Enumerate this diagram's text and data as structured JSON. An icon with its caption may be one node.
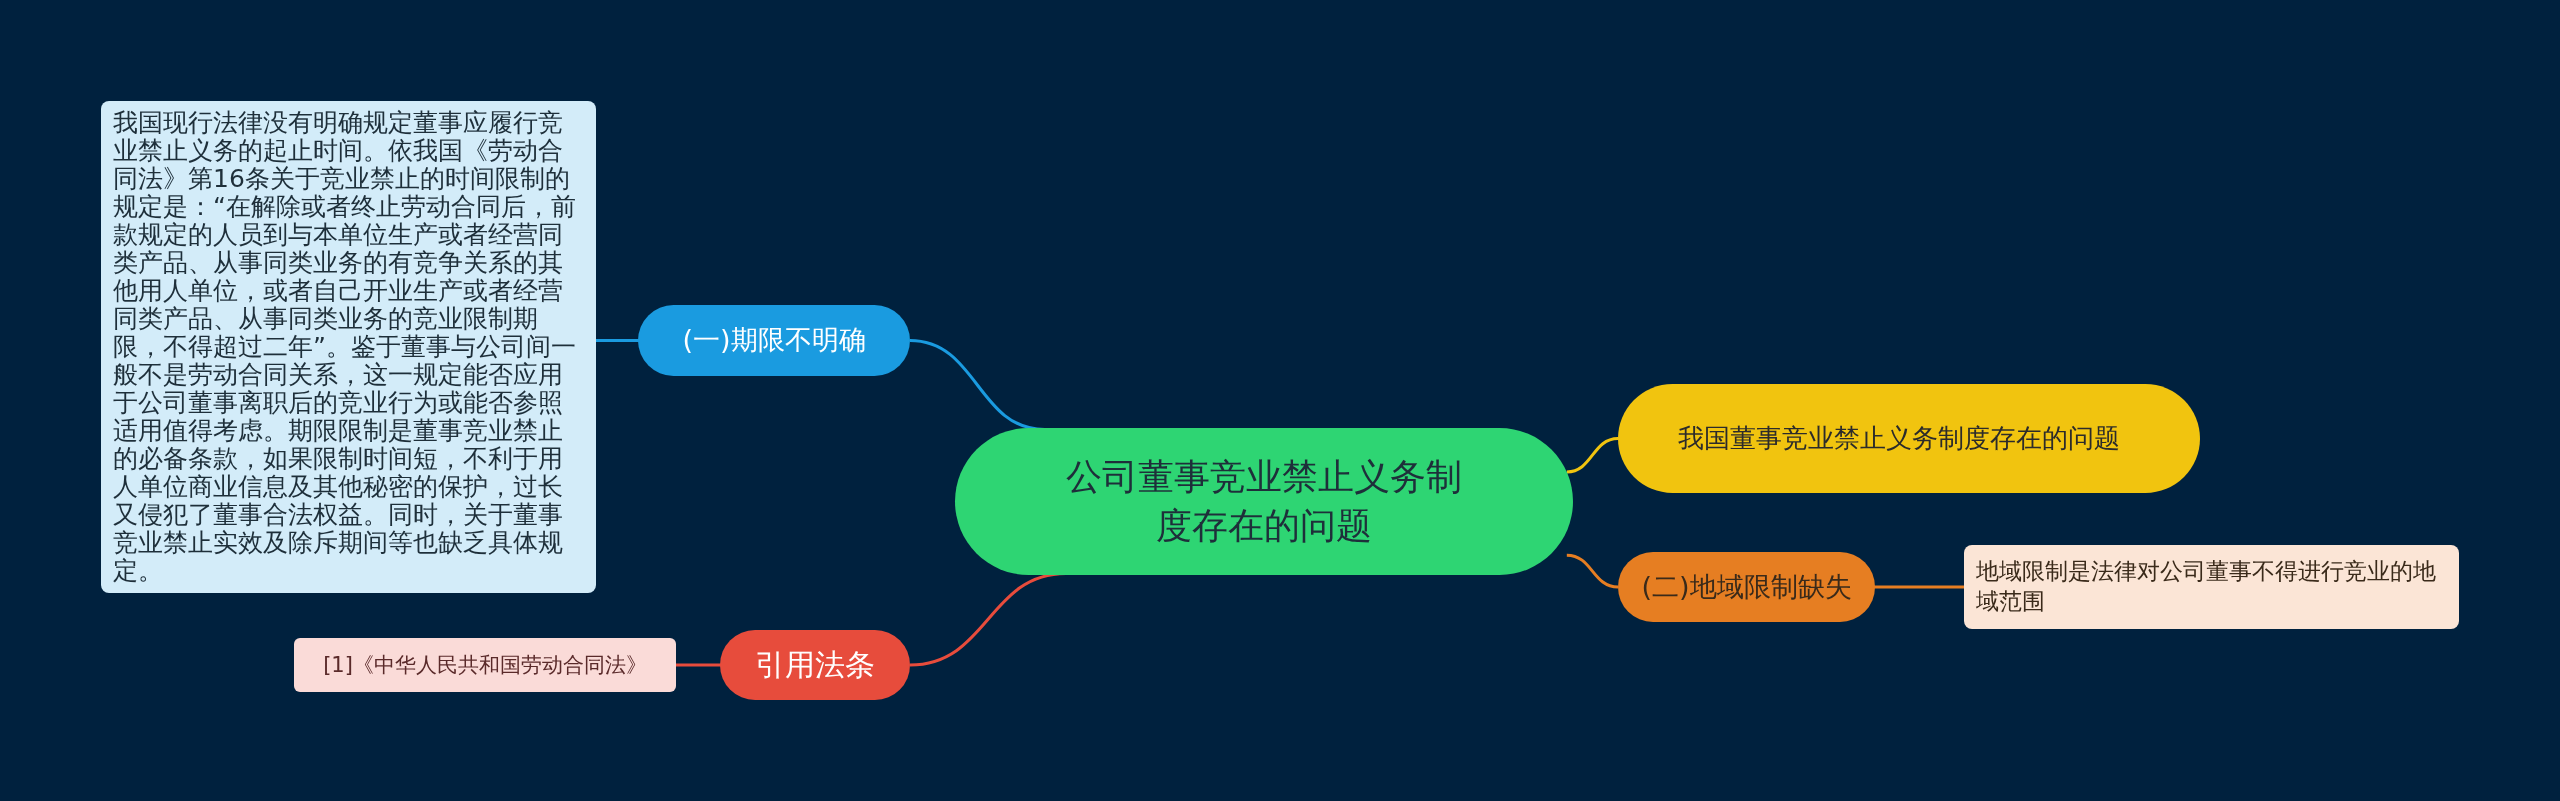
{
  "diagram": {
    "nodes": [
      {
        "text": [
          "公司董事竞业禁止义务制度存在的问题"
        ]
      },
      {
        "text": [
          "我国董事竞业禁止义务制度存在的问题"
        ]
      },
      {
        "text": [
          "(一)期限不明确"
        ]
      },
      {
        "text": [
          "我国现行法律没有明确规定董事应履行竞业禁止义务的起止时间。依我国《劳动合同法》第16条关于竞业禁止的时间限制的规定是：“在解除或者终止劳动合同后，前款规定的人员到与本单位生产或者经营同类产品、从事同类业务的有竞争关系的其他用人单位，或者自己开业生产或者经营同类产品、从事同类业务的竞业限制期限，不得超过二年”。鉴于董事与公司间一般不是劳动合同关系，这一规定能否应用于公司董事离职后的竞业行为或能否参照适用值得考虑。期限限制是董事竞业禁止的必备条款，如果限制时间短，不利于用人单位商业信息及其他秘密的保护，过长又侵犯了董事合法权益。同时，关于董事竞业禁止实效及除斥期间等也缺乏具体规定。"
        ]
      },
      {
        "text": [
          "(二)地域限制缺失"
        ]
      },
      {
        "text": [
          "地域限制是法律对公司董事不得进行竞业的地域范围"
        ]
      },
      {
        "text": [
          "引用法条"
        ]
      },
      {
        "text": [
          "[1]《中华人民共和国劳动合同法》"
        ]
      }
    ],
    "edges": [
      {
        "from": 0,
        "to": 1,
        "arrow": "none",
        "color": "#f1c40f"
      },
      {
        "from": 0,
        "to": 2,
        "arrow": "none",
        "color": "#1a9be0"
      },
      {
        "from": 2,
        "to": 3,
        "arrow": "none",
        "color": "#1a9be0"
      },
      {
        "from": 0,
        "to": 4,
        "arrow": "none",
        "color": "#e67e22"
      },
      {
        "from": 4,
        "to": 5,
        "arrow": "none",
        "color": "#e67e22"
      },
      {
        "from": 0,
        "to": 6,
        "arrow": "none",
        "color": "#e74c3c"
      },
      {
        "from": 6,
        "to": 7,
        "arrow": "none",
        "color": "#e74c3c"
      }
    ]
  }
}
